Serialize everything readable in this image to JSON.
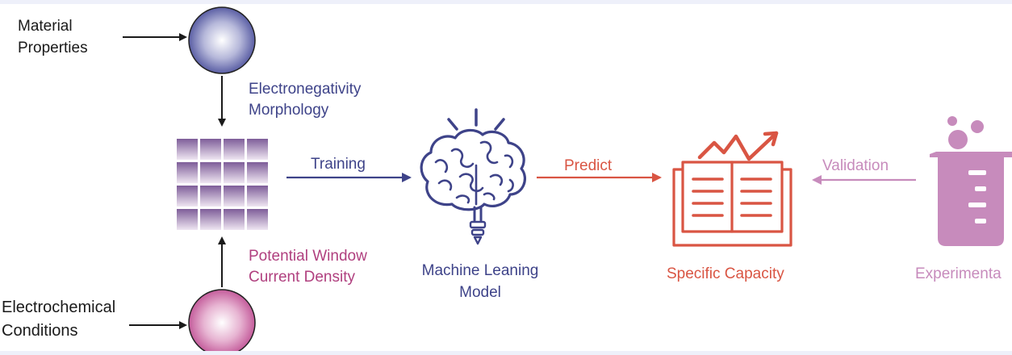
{
  "inputs": {
    "material_properties": "Material\nProperties",
    "electrochemical_conditions": "Electrochemical\nConditions"
  },
  "features": {
    "material": "Electronegativity\nMorphology",
    "electrochemical": "Potential Window\nCurrent Density"
  },
  "flow": {
    "training": "Training",
    "predict": "Predict",
    "validation": "Validation"
  },
  "nodes": {
    "model": "Machine Leaning\nModel",
    "output": "Specific Capacity",
    "experimental": "Experimenta"
  },
  "colors": {
    "navy": "#3e4389",
    "magenta": "#b0407f",
    "red": "#d95543",
    "lilac": "#c78bbc",
    "sphere_top": "#5a5ea4",
    "sphere_bottom": "#c45c9b"
  },
  "icons": {
    "material_sphere": "sphere-icon",
    "condition_sphere": "sphere-icon",
    "data_grid": "grid-matrix-icon",
    "model": "brain-lightbulb-icon",
    "output": "open-book-chart-icon",
    "experimental": "beaker-icon"
  }
}
